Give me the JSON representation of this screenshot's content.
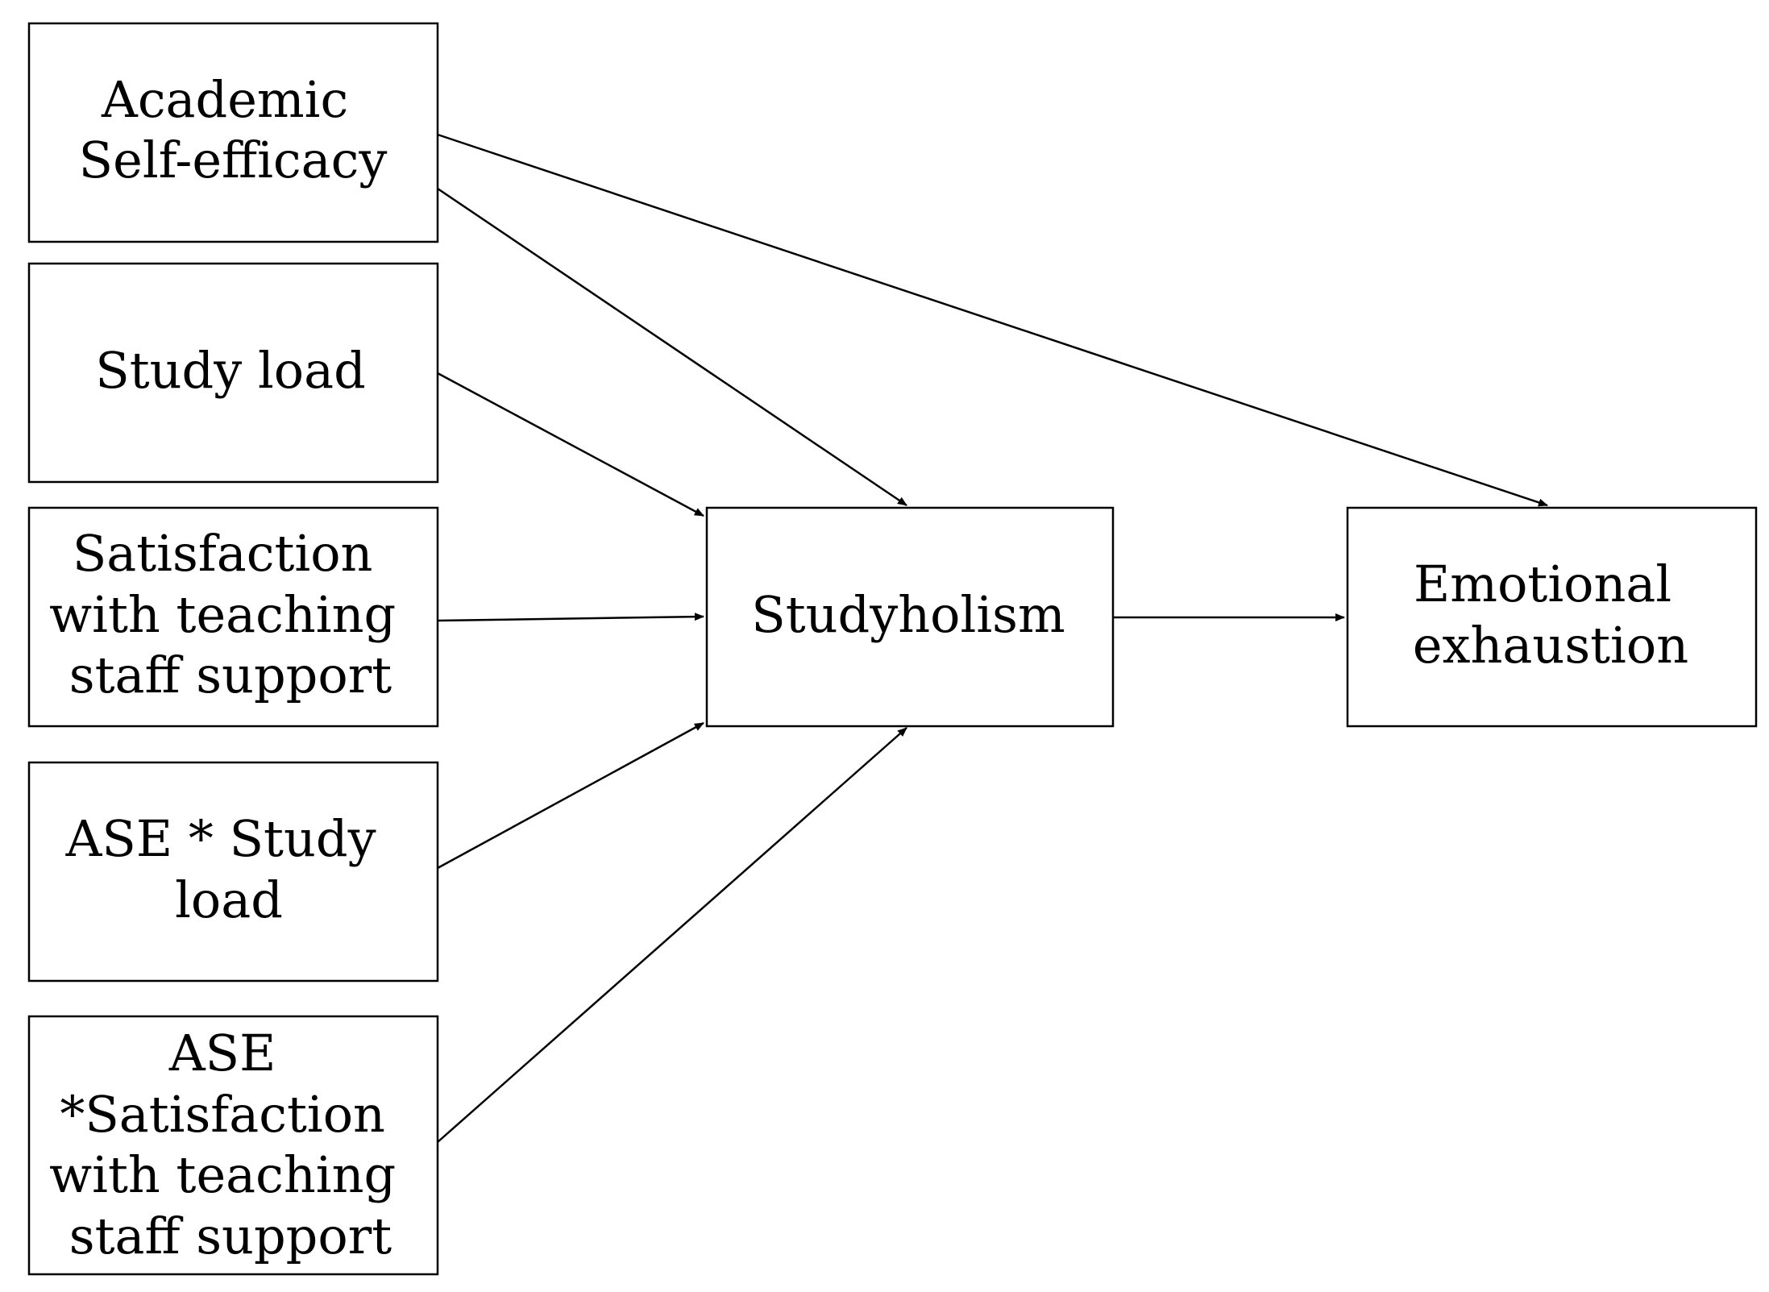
{
  "diagram": {
    "nodes": {
      "academic_self_efficacy": [
        "Academic",
        "Self-efficacy"
      ],
      "study_load": [
        "Study load"
      ],
      "satisfaction_support": [
        "Satisfaction",
        "with teaching",
        "staff support"
      ],
      "ase_study_load": [
        "ASE * Study",
        "load"
      ],
      "ase_satisfaction": [
        "ASE",
        "*Satisfaction",
        "with teaching",
        "staff support"
      ],
      "studyholism": [
        "Studyholism"
      ],
      "emotional_exhaustion": [
        "Emotional",
        "exhaustion"
      ]
    },
    "edges": [
      {
        "from": "academic_self_efficacy",
        "to": "studyholism"
      },
      {
        "from": "academic_self_efficacy",
        "to": "emotional_exhaustion"
      },
      {
        "from": "study_load",
        "to": "studyholism"
      },
      {
        "from": "satisfaction_support",
        "to": "studyholism"
      },
      {
        "from": "ase_study_load",
        "to": "studyholism"
      },
      {
        "from": "ase_satisfaction",
        "to": "studyholism"
      },
      {
        "from": "studyholism",
        "to": "emotional_exhaustion"
      }
    ],
    "colors": {
      "stroke": "#000000",
      "fill": "#ffffff",
      "text": "#000000"
    }
  }
}
